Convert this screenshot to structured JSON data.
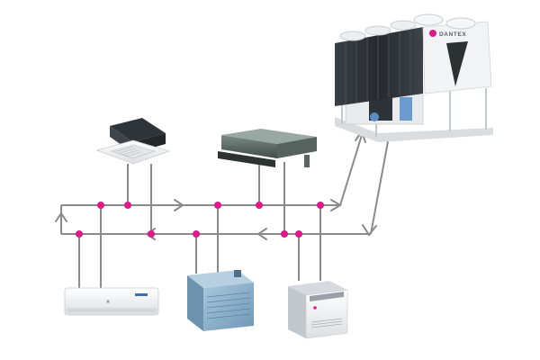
{
  "diagram": {
    "chiller": {
      "brand_label": "DANTEX",
      "logo_icon": "dantex-logo-icon"
    },
    "colors": {
      "pipe": "#8a8a8a",
      "junction": "#e0198b",
      "unit_white": "#f4f5f6",
      "unit_blue": "#8fb3cc",
      "chiller_dark": "#2d3236"
    },
    "flow": {
      "supply_direction": "right",
      "return_direction": "left"
    }
  }
}
